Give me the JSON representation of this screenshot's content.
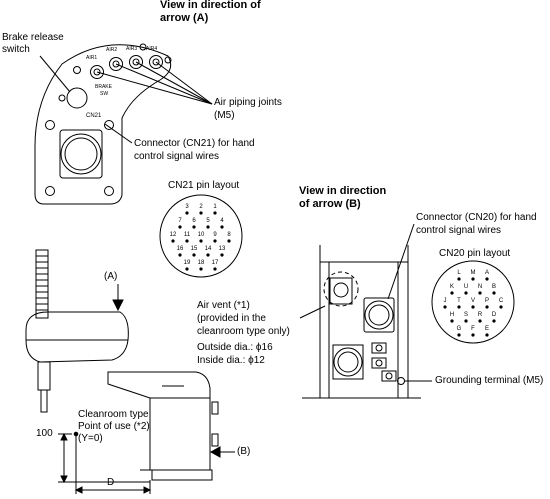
{
  "view_a": {
    "title_line1": "View in direction of",
    "title_line2": "arrow (A)",
    "brake_release_line1": "Brake release",
    "brake_release_line2": "switch",
    "air_piping_line1": "Air piping joints",
    "air_piping_line2": "(M5)",
    "cn21_conn_line1": "Connector (CN21) for hand",
    "cn21_conn_line2": "control signal wires",
    "port_labels": [
      "AIR1",
      "AIR2",
      "AIR3",
      "AIR4"
    ],
    "brake_sw_line1": "BRAKE",
    "brake_sw_line2": "SW",
    "cn21_mark": "CN21"
  },
  "cn21_layout": {
    "title": "CN21 pin layout",
    "pins": [
      {
        "label": "3"
      },
      {
        "label": "2"
      },
      {
        "label": "1"
      },
      {
        "label": "7"
      },
      {
        "label": "6"
      },
      {
        "label": "5"
      },
      {
        "label": "4"
      },
      {
        "label": "12"
      },
      {
        "label": "11"
      },
      {
        "label": "10"
      },
      {
        "label": "9"
      },
      {
        "label": "8"
      },
      {
        "label": "16"
      },
      {
        "label": "15"
      },
      {
        "label": "14"
      },
      {
        "label": "13"
      },
      {
        "label": "19"
      },
      {
        "label": "18"
      },
      {
        "label": "17"
      }
    ]
  },
  "view_b": {
    "title_line1": "View in direction",
    "title_line2": "of arrow (B)",
    "cn20_conn_line1": "Connector (CN20) for hand",
    "cn20_conn_line2": "control signal wires",
    "air_vent_line1": "Air vent (*1)",
    "air_vent_line2": "(provided in the",
    "air_vent_line3": "cleanroom type only)",
    "outside_dia": "Outside dia.: ϕ16",
    "inside_dia": "Inside dia.:  ϕ12",
    "grounding": "Grounding terminal (M5)"
  },
  "cn20_layout": {
    "title": "CN20 pin layout",
    "pins": [
      {
        "label": "L"
      },
      {
        "label": "M"
      },
      {
        "label": "A"
      },
      {
        "label": "K"
      },
      {
        "label": "U"
      },
      {
        "label": "N"
      },
      {
        "label": "B"
      },
      {
        "label": "J"
      },
      {
        "label": "T"
      },
      {
        "label": "V"
      },
      {
        "label": "P"
      },
      {
        "label": "C"
      },
      {
        "label": "H"
      },
      {
        "label": "S"
      },
      {
        "label": "R"
      },
      {
        "label": "D"
      },
      {
        "label": "G"
      },
      {
        "label": "F"
      },
      {
        "label": "E"
      }
    ]
  },
  "robot": {
    "arrow_a": "(A)",
    "arrow_b": "(B)",
    "dim_100": "100",
    "dim_d": "D",
    "cleanroom_line1": "Cleanroom type",
    "cleanroom_line2": "Point of use (*2)",
    "cleanroom_line3": "(Y=0)"
  }
}
